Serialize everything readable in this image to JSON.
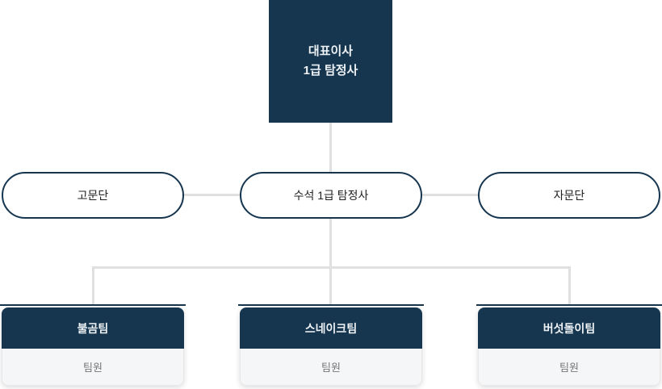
{
  "org_chart": {
    "root": {
      "label": "대표이사\n1급 탐정사"
    },
    "level2": [
      {
        "label": "고문단"
      },
      {
        "label": "수석 1급 탐정사"
      },
      {
        "label": "자문단"
      }
    ],
    "teams": [
      {
        "name": "불곰팀",
        "member": "팀원"
      },
      {
        "name": "스네이크팀",
        "member": "팀원"
      },
      {
        "name": "버섯돌이팀",
        "member": "팀원"
      }
    ],
    "colors": {
      "navy": "#16354f",
      "connector_gray": "#e0e0e0",
      "card_body_bg": "#f5f6f7",
      "member_text": "#777777",
      "node_text_white": "#eef2f5"
    }
  }
}
